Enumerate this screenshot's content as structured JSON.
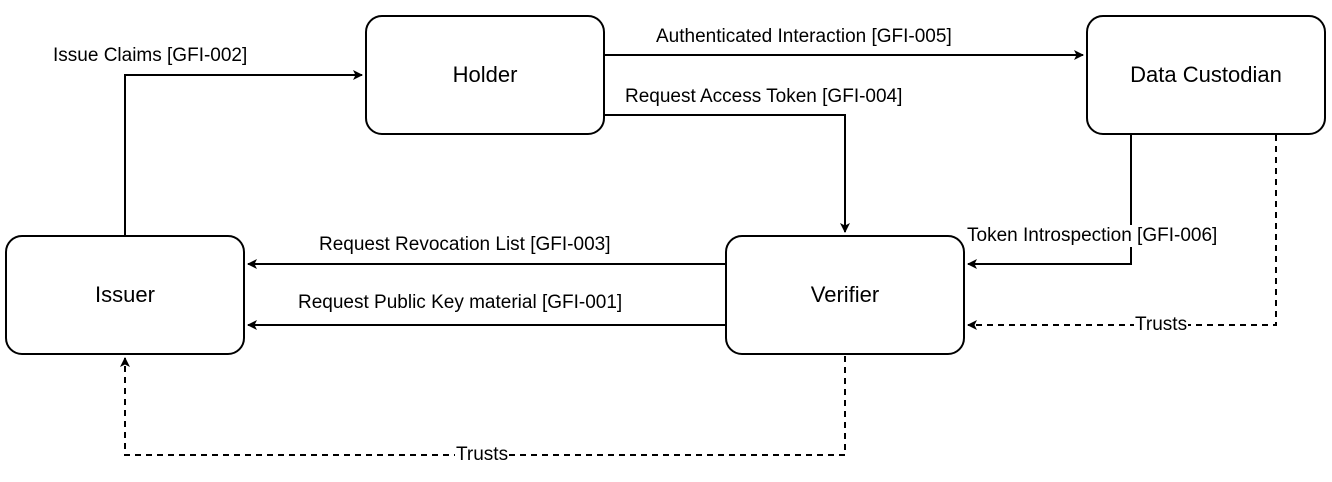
{
  "nodes": {
    "holder": "Holder",
    "data_custodian": "Data Custodian",
    "issuer": "Issuer",
    "verifier": "Verifier"
  },
  "edges": {
    "issue_claims": "Issue Claims [GFI-002]",
    "authenticated_interaction": "Authenticated Interaction [GFI-005]",
    "request_access_token": "Request Access Token [GFI-004]",
    "request_revocation_list": "Request Revocation List [GFI-003]",
    "request_public_key": "Request Public Key material [GFI-001]",
    "token_introspection": "Token Introspection [GFI-006]",
    "trusts_custodian_verifier": "Trusts",
    "trusts_verifier_issuer": "Trusts"
  }
}
